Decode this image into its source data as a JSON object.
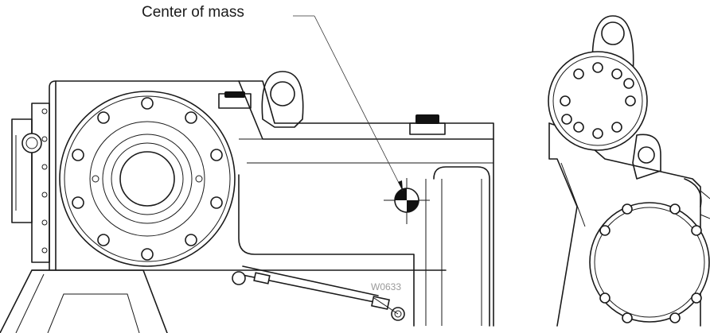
{
  "callout": {
    "label": "Center of mass"
  },
  "drawing_id": "W0633",
  "colors": {
    "line": "#1a1a1a",
    "background": "#ffffff",
    "drawing_id_text": "#9a9a9a"
  },
  "icons": [
    "center-of-mass-symbol",
    "lifting-eye",
    "cover-bolt"
  ]
}
